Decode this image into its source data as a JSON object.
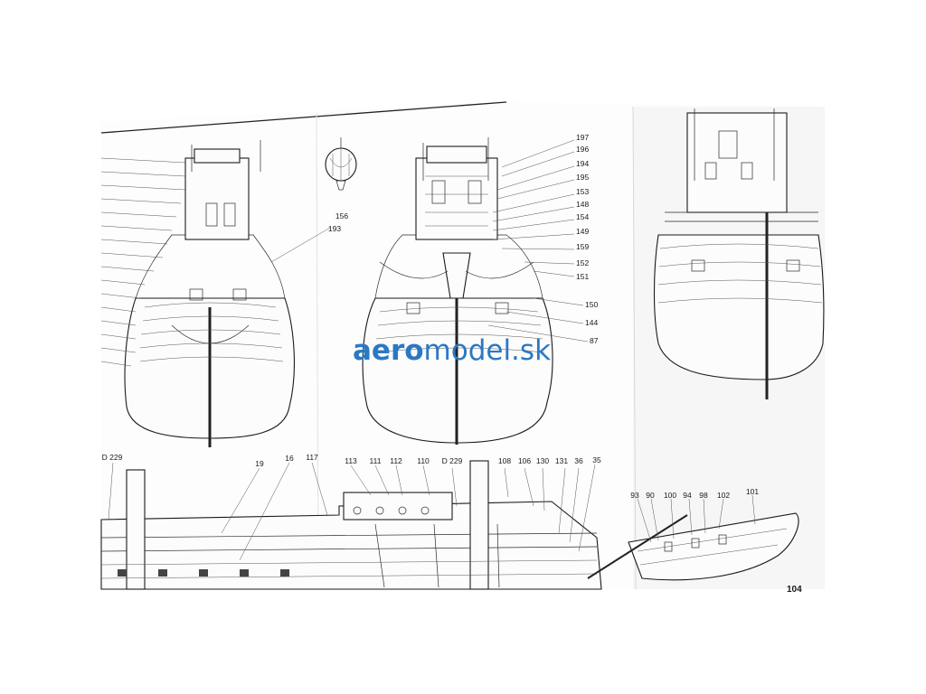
{
  "watermark": {
    "prefix": "aero",
    "suffix": "model.sk",
    "color": "#2b78c4"
  },
  "page_number": "104",
  "stern_center_labels": [
    "197",
    "196",
    "194",
    "195",
    "153",
    "148",
    "154",
    "149",
    "159",
    "152",
    "151",
    "150",
    "144",
    "87"
  ],
  "stern_left_labels": [
    "156",
    "193"
  ],
  "side_view_labels": [
    "D 229",
    "19",
    "16",
    "117",
    "113",
    "111",
    "112",
    "110",
    "D 229",
    "108",
    "106",
    "130",
    "131",
    "36",
    "35"
  ],
  "boat_labels": [
    "93",
    "90",
    "100",
    "94",
    "98",
    "102",
    "101"
  ],
  "colors": {
    "paper": "#ffffff",
    "ink": "#1a1a1a",
    "sheet_shadow": "#e9e9e9"
  }
}
